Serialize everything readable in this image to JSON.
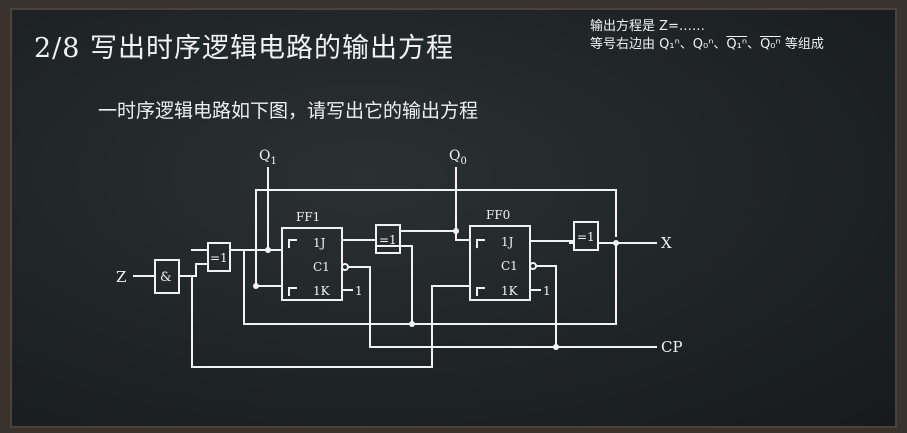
{
  "slide": {
    "title": "2/8  写出时序逻辑电路的输出方程",
    "note_line1": "输出方程是 Z=……",
    "note_line2_prefix": "等号右边由 ",
    "note_sep": "、",
    "note_line2_suffix": " 等组成",
    "subtitle": "一时序逻辑电路如下图，请写出它的输出方程"
  },
  "note_terms": {
    "q1n": "Q₁ⁿ",
    "q0n": "Q₀ⁿ",
    "q1n_bar": "Q₁ⁿ",
    "q0n_bar": "Q₀ⁿ"
  },
  "circuit": {
    "input_z": "Z",
    "output_x": "X",
    "clock_cp": "CP",
    "q1_label": "Q",
    "q1_sub": "1",
    "q0_label": "Q",
    "q0_sub": "0",
    "and_gate": "&",
    "xor_gate": "=1",
    "ff1_name": "FF1",
    "ff0_name": "FF0",
    "pin_1j": "1J",
    "pin_c1": "C1",
    "pin_1k": "1K",
    "const_one": "1"
  }
}
